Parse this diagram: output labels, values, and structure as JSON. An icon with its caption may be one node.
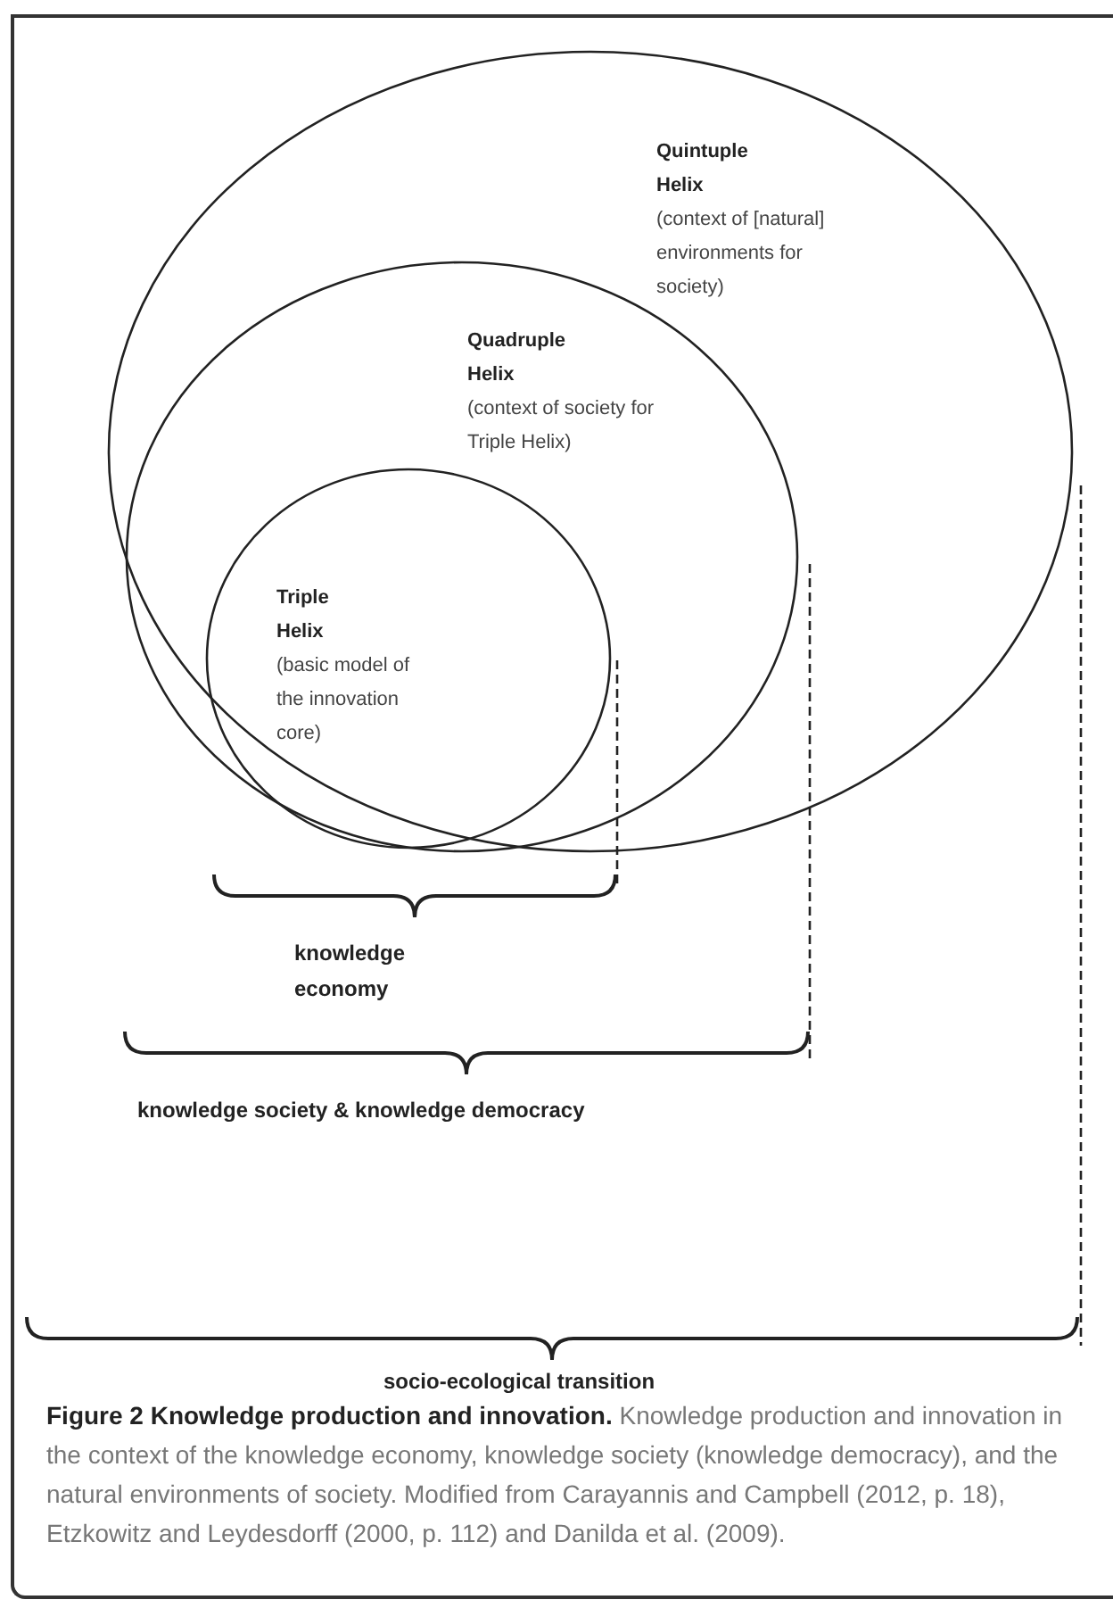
{
  "diagram": {
    "caption": "**Figure 2 Knowledge production and innovation.** Knowledge production and innovation in the context of the knowledge economy, knowledge society (knowledge democracy), and the natural environments of society. Modified from Carayannis and Campbell (2012, p. 18), Etzkowitz and Leydesdorff (2000, p. 112) and Danilda et al. (2009).",
    "nodes": [
      {
        "text": [
          "Quintuple Helix",
          "(context of [natural] environments for society)"
        ]
      },
      {
        "text": [
          "Quadruple Helix",
          "(context of society for Triple Helix)"
        ],
        "in": 0
      },
      {
        "text": [
          "Triple Helix",
          "(basic model of the innovation core)"
        ],
        "in": 1
      }
    ],
    "labels": [
      "knowledge economy",
      "knowledge society & knowledge democracy",
      "socio-ecological transition"
    ]
  }
}
